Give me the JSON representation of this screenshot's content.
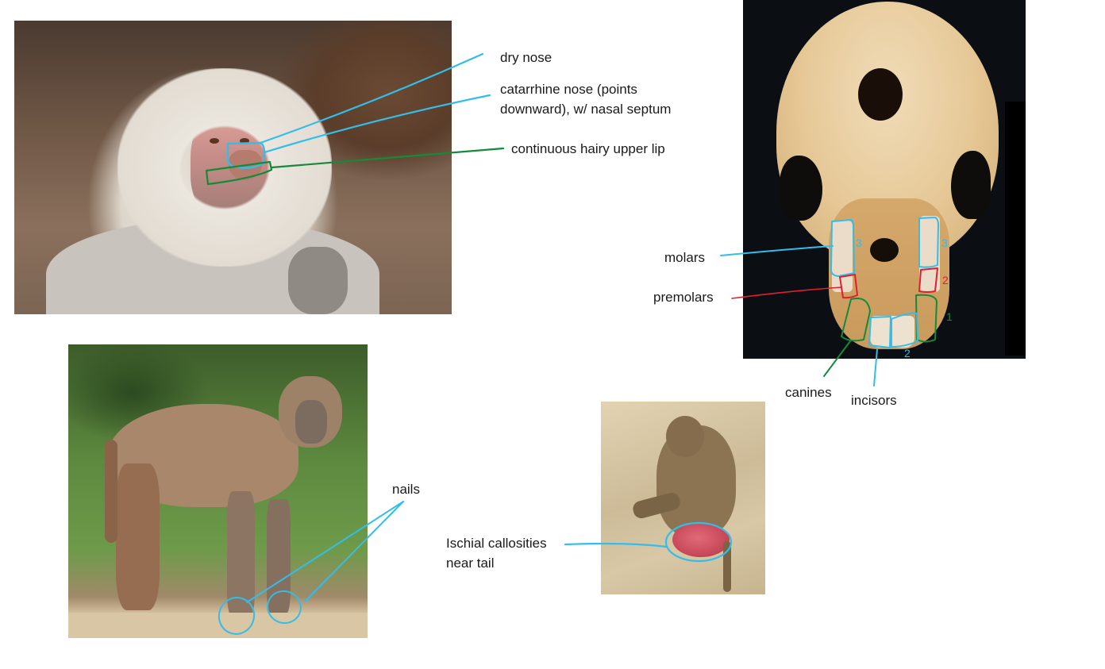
{
  "photos": [
    {
      "id": "hamadryas-baboon-face",
      "subject": "close-up of a white-maned baboon face"
    },
    {
      "id": "baboon-skull-underside",
      "subject": "underside view of a baboon skull on black background"
    },
    {
      "id": "olive-baboon-standing",
      "subject": "standing baboon in front of green foliage"
    },
    {
      "id": "baboon-sitting-callosities",
      "subject": "sitting baboon on rock showing ischial callosities"
    }
  ],
  "annotations": {
    "dry_nose": "dry nose",
    "catarrhine_nose_line1": "catarrhine nose (points",
    "catarrhine_nose_line2": "downward), w/ nasal septum",
    "hairy_lip": "continuous hairy upper lip",
    "molars": "molars",
    "premolars": "premolars",
    "canines": "canines",
    "incisors": "incisors",
    "nails": "nails",
    "ischial_line1": "Ischial callosities",
    "ischial_line2": "near tail"
  },
  "dental_counts": {
    "molars_left": "3",
    "molars_right": "3",
    "premolars": "2",
    "canines": "1",
    "incisors": "2"
  },
  "colors": {
    "blue_ink": "#33bde8",
    "green_ink": "#148a3a",
    "red_ink": "#e01f2e"
  }
}
